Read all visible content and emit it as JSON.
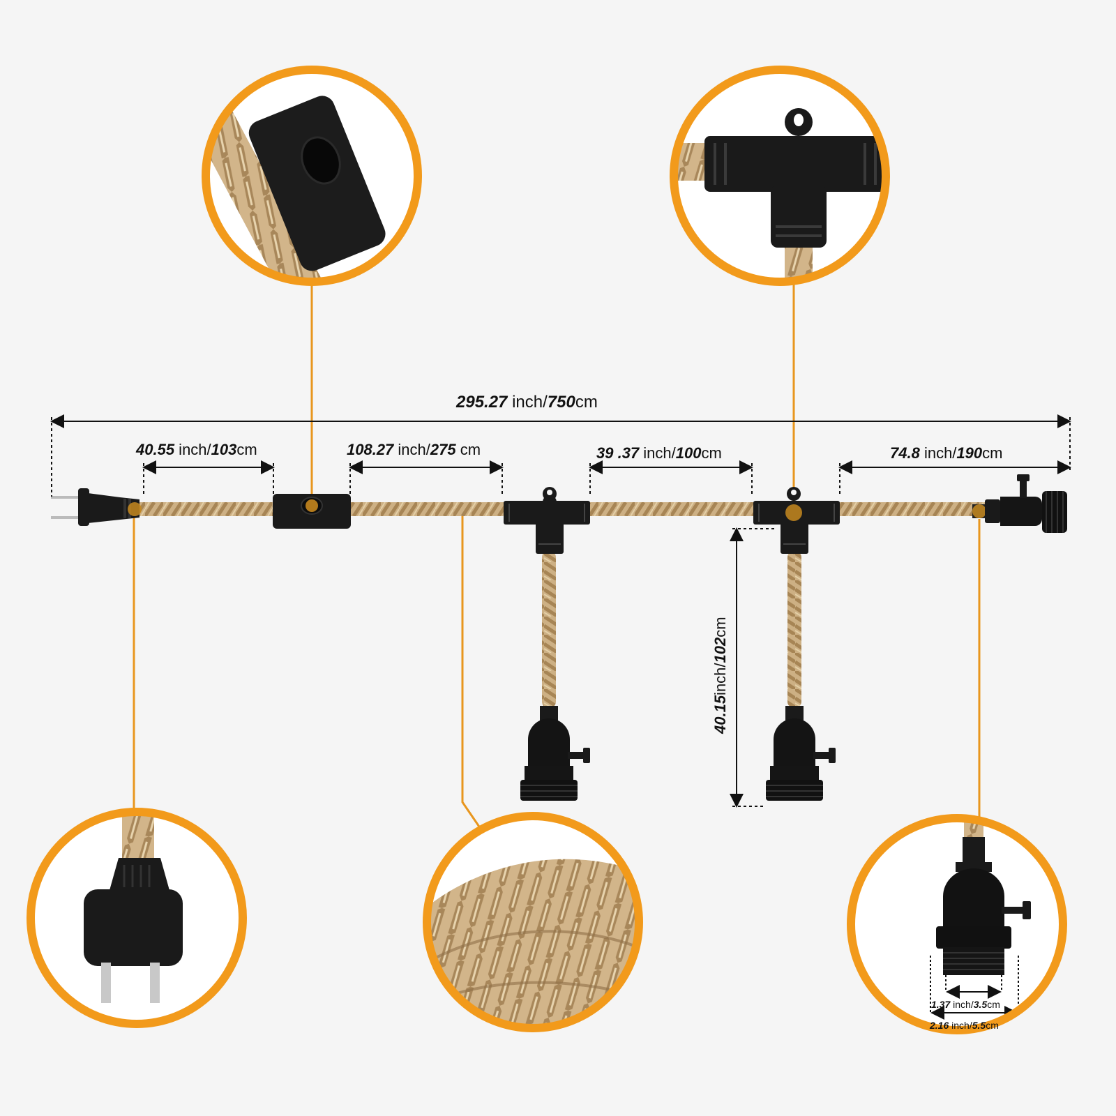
{
  "colors": {
    "background": "#f5f5f5",
    "accent_orange": "#f29a1b",
    "callout_line": "#e8961e",
    "rope": "#c8a878",
    "rope_dark": "#a88658",
    "plastic_black": "#1a1a1a",
    "dimension_line": "#111111"
  },
  "dimensions": {
    "total": {
      "inch": "295.27",
      "inch_unit": " inch/",
      "cm": "750",
      "cm_unit": "cm"
    },
    "plug_to_switch": {
      "inch": "40.55",
      "inch_unit": " inch/",
      "cm": "103",
      "cm_unit": "cm"
    },
    "switch_to_first_tee": {
      "inch": "108.27",
      "inch_unit": " inch/",
      "cm": "275",
      "cm_unit": " cm"
    },
    "tee_to_tee": {
      "inch": "39 .37",
      "inch_unit": " inch/",
      "cm": "100",
      "cm_unit": "cm"
    },
    "tee_to_end_socket": {
      "inch": "74.8",
      "inch_unit": " inch/",
      "cm": "190",
      "cm_unit": "cm"
    },
    "drop_length": {
      "inch": "40.15",
      "inch_unit": "inch/",
      "cm": "102",
      "cm_unit": "cm"
    },
    "socket_inner": {
      "inch": "1.37",
      "inch_unit": " inch/",
      "cm": "3.5",
      "cm_unit": "cm"
    },
    "socket_outer": {
      "inch": "2.16",
      "inch_unit": " inch/",
      "cm": "5.5",
      "cm_unit": "cm"
    }
  },
  "callouts": [
    {
      "id": "switch",
      "label": "inline rocker switch close-up"
    },
    {
      "id": "tee-connector",
      "label": "T-connector close-up"
    },
    {
      "id": "plug",
      "label": "2-prong plug close-up"
    },
    {
      "id": "rope",
      "label": "twisted hemp rope close-up"
    },
    {
      "id": "socket",
      "label": "E26 socket close-up"
    }
  ]
}
